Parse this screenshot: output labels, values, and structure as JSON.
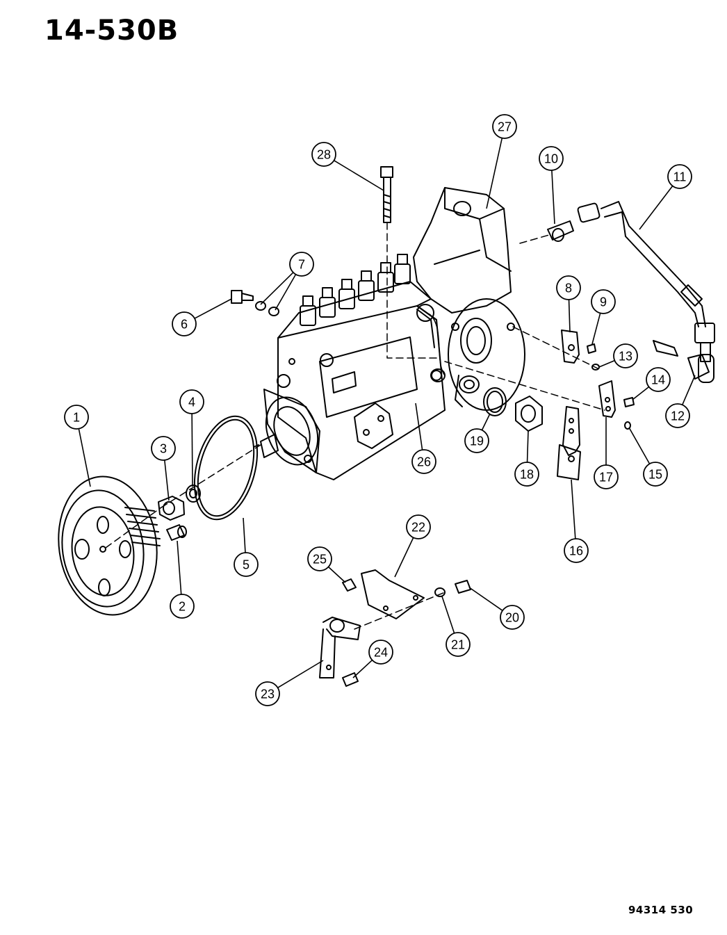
{
  "page": {
    "code": "14-530B",
    "catalog_code": "94314 530"
  },
  "callouts": [
    {
      "id": "1",
      "label": "1"
    },
    {
      "id": "2",
      "label": "2"
    },
    {
      "id": "3",
      "label": "3"
    },
    {
      "id": "4",
      "label": "4"
    },
    {
      "id": "5",
      "label": "5"
    },
    {
      "id": "6",
      "label": "6"
    },
    {
      "id": "7",
      "label": "7"
    },
    {
      "id": "8",
      "label": "8"
    },
    {
      "id": "9",
      "label": "9"
    },
    {
      "id": "10",
      "label": "10"
    },
    {
      "id": "11",
      "label": "11"
    },
    {
      "id": "12",
      "label": "12"
    },
    {
      "id": "13",
      "label": "13"
    },
    {
      "id": "14",
      "label": "14"
    },
    {
      "id": "15",
      "label": "15"
    },
    {
      "id": "16",
      "label": "16"
    },
    {
      "id": "17",
      "label": "17"
    },
    {
      "id": "18",
      "label": "18"
    },
    {
      "id": "19",
      "label": "19"
    },
    {
      "id": "20",
      "label": "20"
    },
    {
      "id": "21",
      "label": "21"
    },
    {
      "id": "22",
      "label": "22"
    },
    {
      "id": "23",
      "label": "23"
    },
    {
      "id": "24",
      "label": "24"
    },
    {
      "id": "25",
      "label": "25"
    },
    {
      "id": "26",
      "label": "26"
    },
    {
      "id": "27",
      "label": "27"
    },
    {
      "id": "28",
      "label": "28"
    }
  ]
}
